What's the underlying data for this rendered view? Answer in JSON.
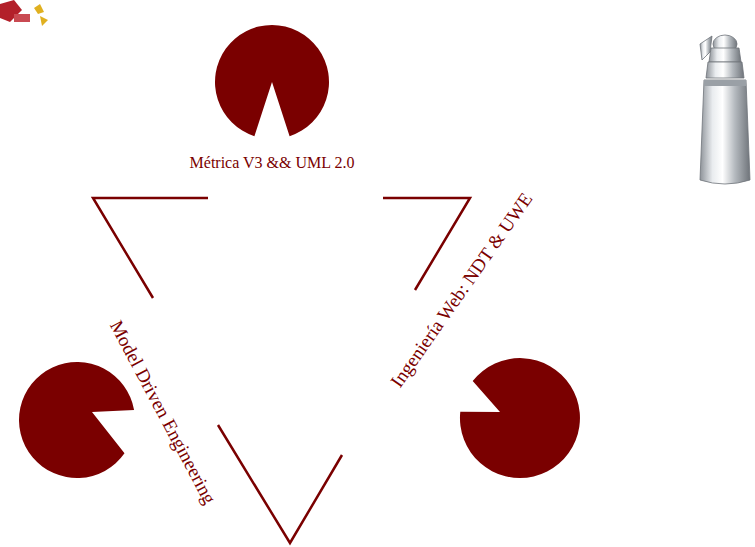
{
  "diagram": {
    "labels": [
      "Métrica V3 && UML 2.0",
      "Model Driven Engineering",
      "Ingeniería Web: NDT & UWE"
    ]
  }
}
